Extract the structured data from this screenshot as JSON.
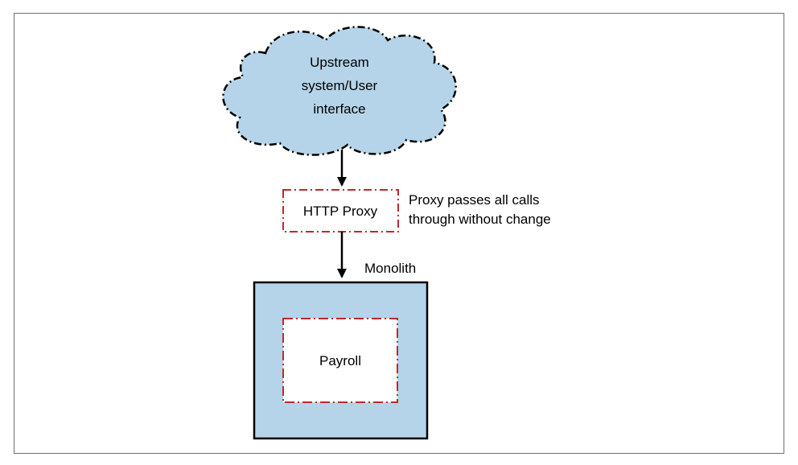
{
  "diagram": {
    "upstream": {
      "lines": [
        "Upstream",
        "system/User",
        "interface"
      ]
    },
    "proxy": {
      "label": "HTTP Proxy",
      "note_lines": [
        "Proxy passes all calls",
        "through without change"
      ]
    },
    "monolith": {
      "label": "Monolith",
      "module_label": "Payroll"
    },
    "colors": {
      "cloud_fill": "#b5d4e9",
      "monolith_fill": "#b5d4e9",
      "proxy_border": "#c0282e",
      "stroke": "#000000"
    }
  }
}
